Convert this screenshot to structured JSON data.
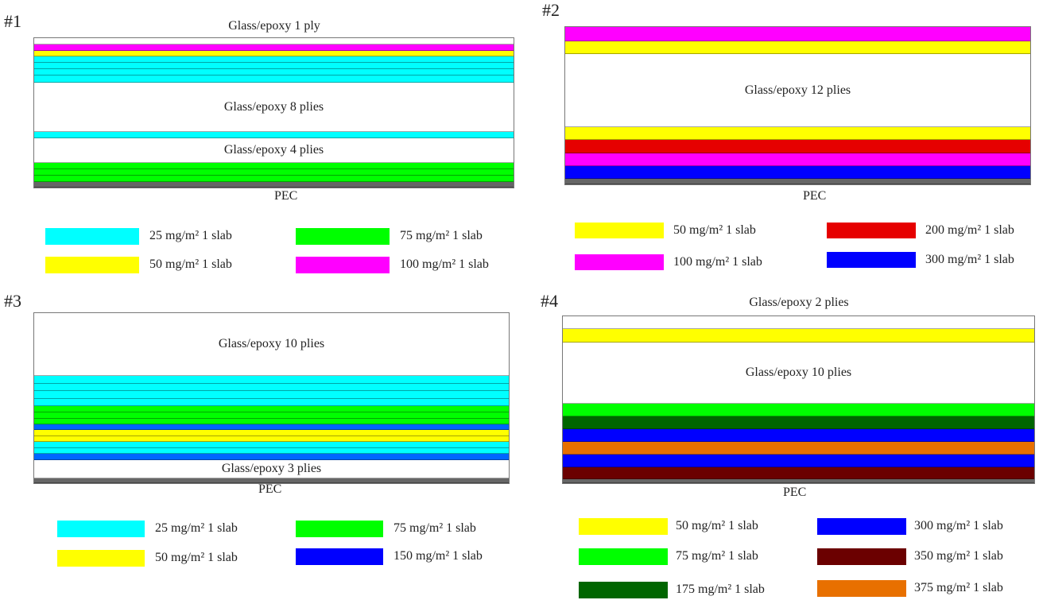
{
  "colors": {
    "white": "#ffffff",
    "cyan": "#00ffff",
    "yellow": "#ffff00",
    "magenta": "#ff00ff",
    "green": "#00ff00",
    "red": "#e60000",
    "blue": "#0000ff",
    "blue2": "#0066ff",
    "darkgreen": "#006600",
    "orange": "#e87000",
    "maroon": "#6b0000",
    "pec": "#666666"
  },
  "panels": [
    {
      "id": "#1",
      "top_label": "Glass/epoxy 1 ply",
      "pec": "PEC",
      "layers": [
        {
          "t": "white"
        },
        {
          "t": "magenta"
        },
        {
          "t": "yellow"
        },
        {
          "t": "cyan"
        },
        {
          "t": "cyan"
        },
        {
          "t": "cyan"
        },
        {
          "t": "cyan"
        },
        {
          "t": "white",
          "label": "Glass/epoxy 8 plies"
        },
        {
          "t": "cyan"
        },
        {
          "t": "white",
          "label": "Glass/epoxy 4 plies"
        },
        {
          "t": "green"
        },
        {
          "t": "green"
        },
        {
          "t": "green"
        },
        {
          "t": "pec"
        }
      ],
      "legend": [
        {
          "t": "cyan",
          "label": "25 mg/m² 1 slab"
        },
        {
          "t": "yellow",
          "label": "50 mg/m² 1 slab"
        },
        {
          "t": "green",
          "label": "75 mg/m² 1 slab"
        },
        {
          "t": "magenta",
          "label": "100 mg/m² 1 slab"
        }
      ]
    },
    {
      "id": "#2",
      "top_label": null,
      "pec": "PEC",
      "layers": [
        {
          "t": "magenta"
        },
        {
          "t": "yellow"
        },
        {
          "t": "white",
          "label": "Glass/epoxy 12 plies"
        },
        {
          "t": "yellow"
        },
        {
          "t": "red"
        },
        {
          "t": "magenta"
        },
        {
          "t": "blue"
        },
        {
          "t": "pec"
        }
      ],
      "legend": [
        {
          "t": "yellow",
          "label": "50 mg/m² 1 slab"
        },
        {
          "t": "magenta",
          "label": "100 mg/m² 1 slab"
        },
        {
          "t": "red",
          "label": "200 mg/m² 1 slab"
        },
        {
          "t": "blue",
          "label": "300 mg/m² 1 slab"
        }
      ]
    },
    {
      "id": "#3",
      "top_label": null,
      "pec": "PEC",
      "layers": [
        {
          "t": "white",
          "label": "Glass/epoxy 10 plies"
        },
        {
          "t": "cyan"
        },
        {
          "t": "cyan"
        },
        {
          "t": "cyan"
        },
        {
          "t": "cyan"
        },
        {
          "t": "green"
        },
        {
          "t": "green"
        },
        {
          "t": "green"
        },
        {
          "t": "blue2"
        },
        {
          "t": "yellow"
        },
        {
          "t": "yellow"
        },
        {
          "t": "cyan"
        },
        {
          "t": "cyan"
        },
        {
          "t": "blue2"
        },
        {
          "t": "white",
          "label": "Glass/epoxy 3 plies"
        },
        {
          "t": "pec"
        }
      ],
      "legend": [
        {
          "t": "cyan",
          "label": "25 mg/m² 1 slab"
        },
        {
          "t": "yellow",
          "label": "50 mg/m² 1 slab"
        },
        {
          "t": "green",
          "label": "75 mg/m² 1 slab"
        },
        {
          "t": "blue",
          "label": "150 mg/m² 1 slab"
        }
      ]
    },
    {
      "id": "#4",
      "top_label": "Glass/epoxy 2 plies",
      "pec": "PEC",
      "layers": [
        {
          "t": "white"
        },
        {
          "t": "yellow"
        },
        {
          "t": "white",
          "label": "Glass/epoxy 10 plies"
        },
        {
          "t": "green"
        },
        {
          "t": "darkgreen"
        },
        {
          "t": "blue"
        },
        {
          "t": "orange"
        },
        {
          "t": "blue"
        },
        {
          "t": "maroon"
        },
        {
          "t": "pec"
        }
      ],
      "legend": [
        {
          "t": "yellow",
          "label": "50 mg/m² 1 slab"
        },
        {
          "t": "green",
          "label": "75 mg/m² 1 slab"
        },
        {
          "t": "darkgreen",
          "label": "175 mg/m² 1 slab"
        },
        {
          "t": "blue",
          "label": "300 mg/m² 1 slab"
        },
        {
          "t": "maroon",
          "label": "350 mg/m² 1 slab"
        },
        {
          "t": "orange",
          "label": "375 mg/m² 1 slab"
        }
      ]
    }
  ]
}
